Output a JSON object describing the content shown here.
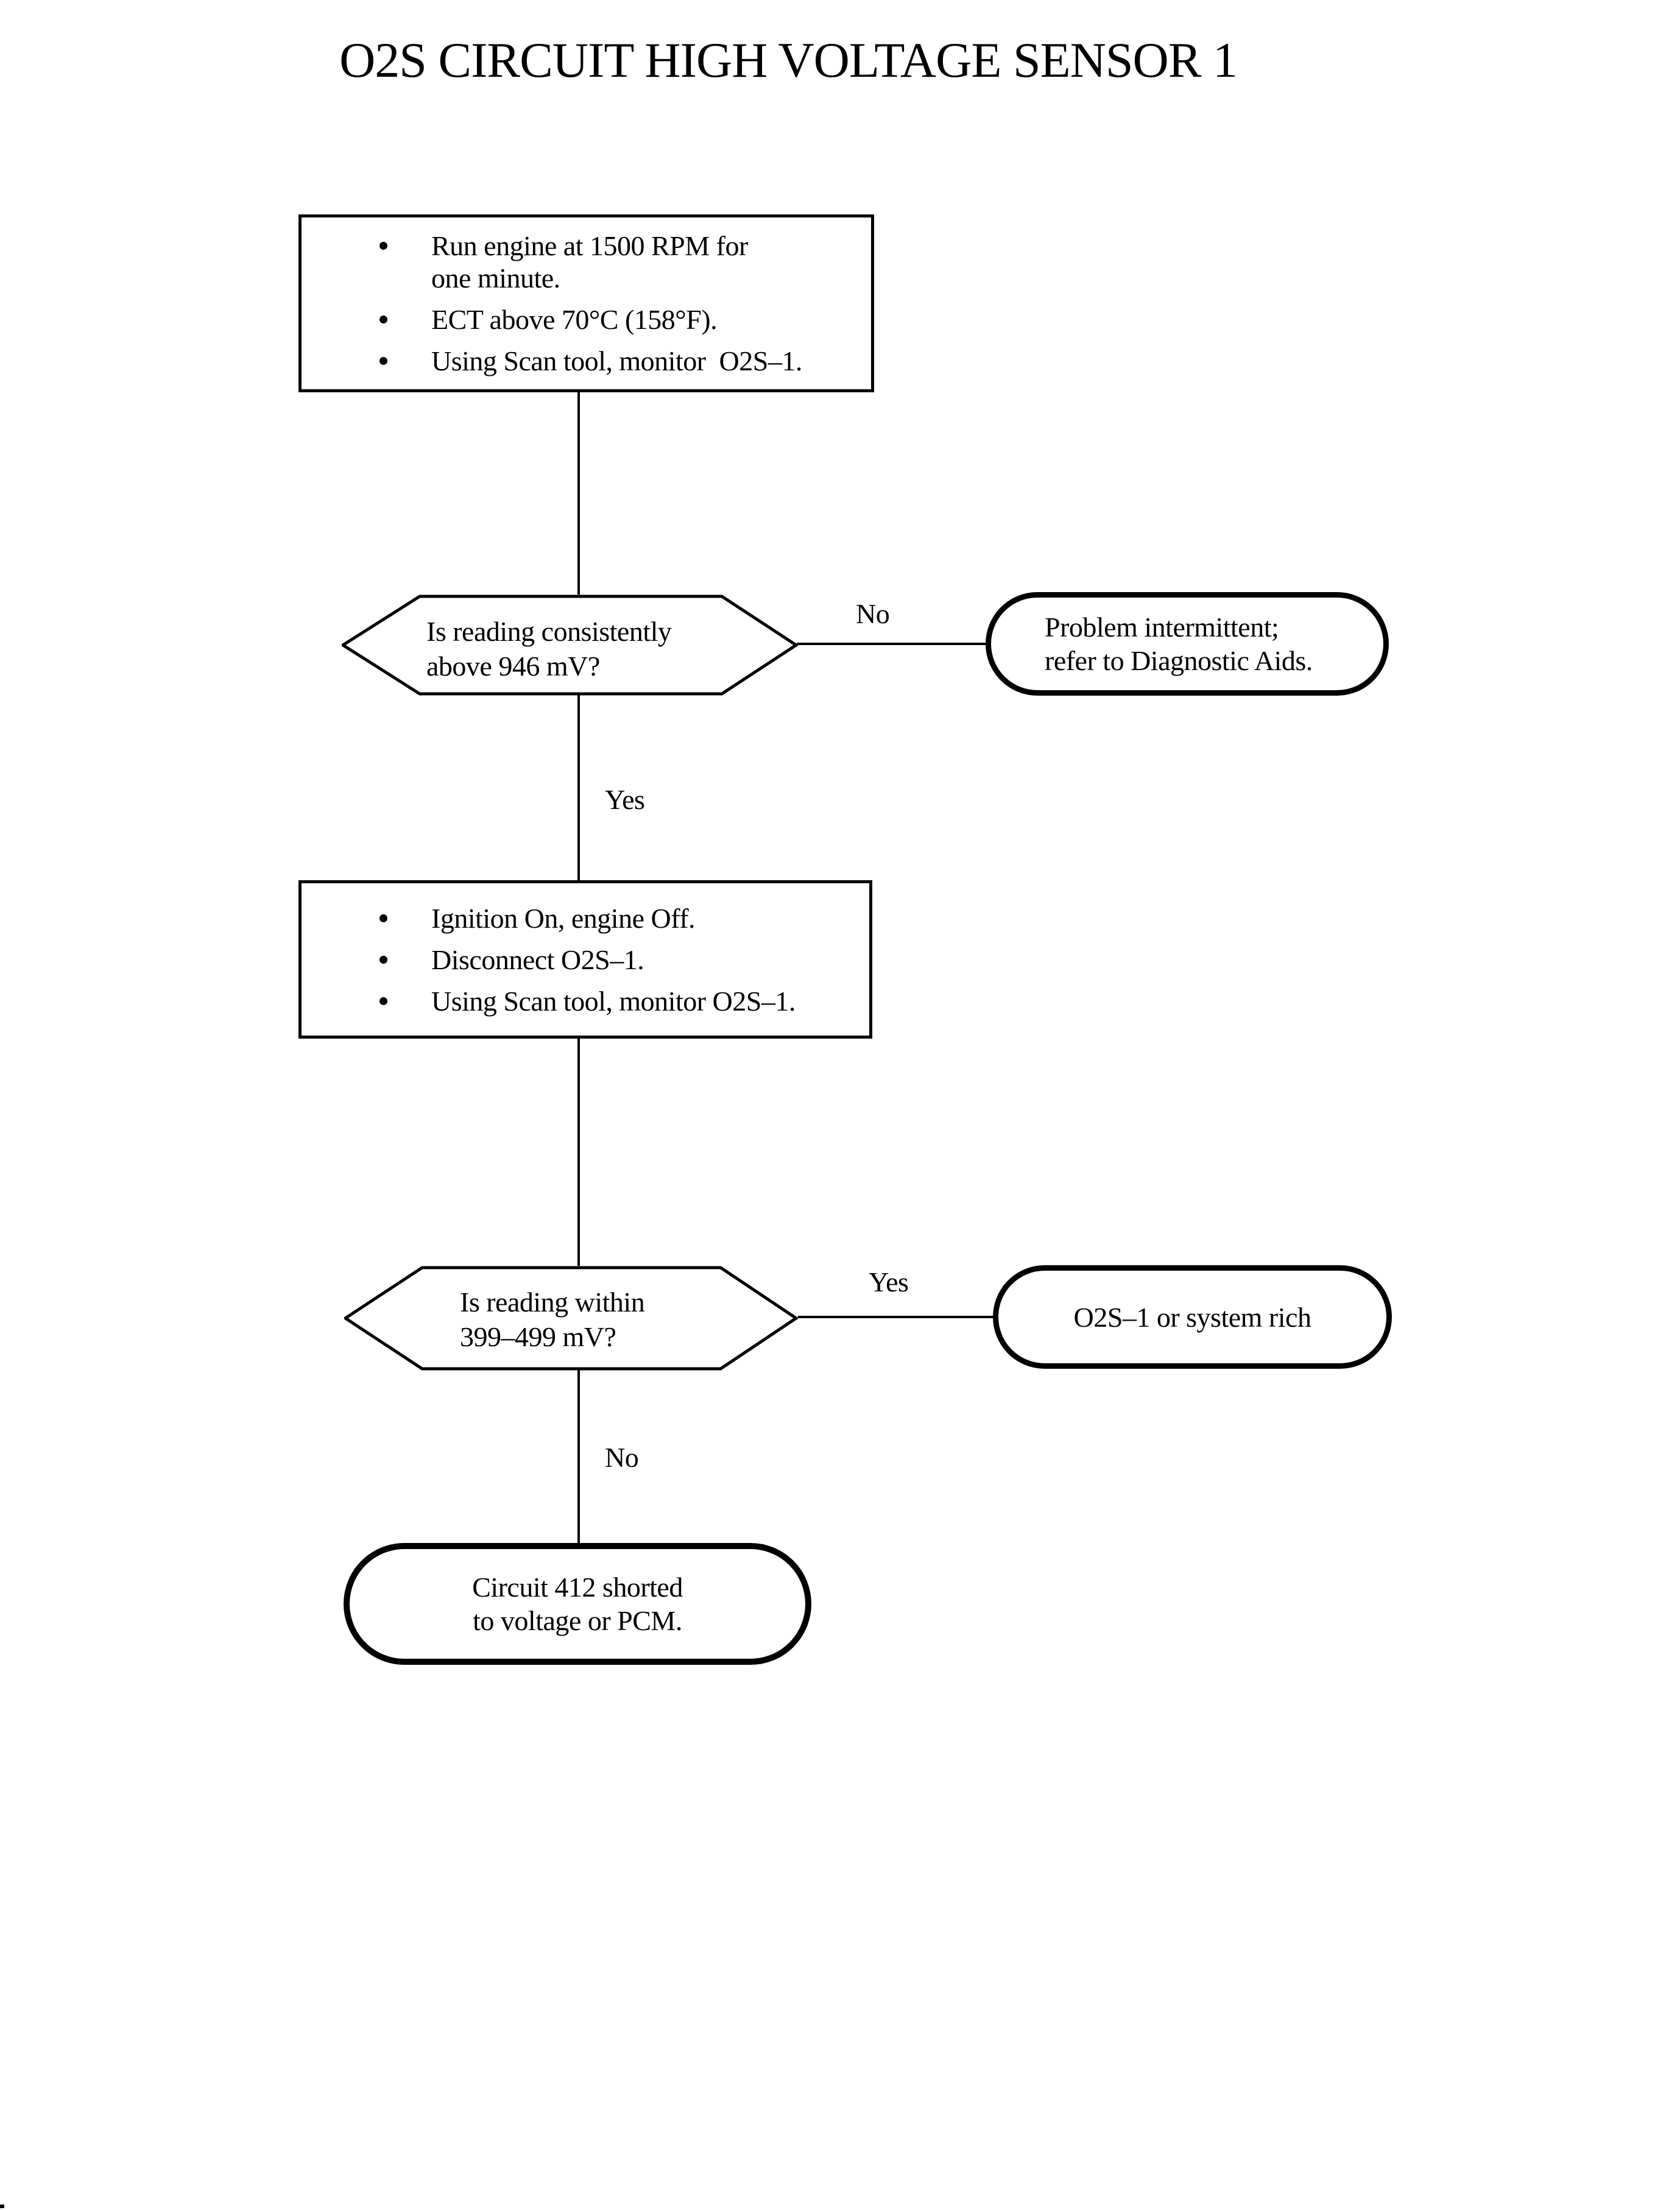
{
  "page": {
    "title": "O2S CIRCUIT HIGH VOLTAGE SENSOR 1"
  },
  "colors": {
    "ink": "#000000",
    "paper": "#ffffff"
  },
  "flow": {
    "step1": {
      "bullet1_line1": "Run engine at 1500 RPM for",
      "bullet1_line2": "one minute.",
      "bullet2": "ECT above 70°C (158°F).",
      "bullet3": "Using Scan tool, monitor  O2S–1."
    },
    "decision1": {
      "line1": "Is reading consistently",
      "line2": "above 946 mV?"
    },
    "edge_no1": "No",
    "edge_yes1": "Yes",
    "terminal1": {
      "line1": "Problem intermittent;",
      "line2": "refer to Diagnostic Aids."
    },
    "step2": {
      "bullet1": "Ignition On, engine Off.",
      "bullet2": "Disconnect O2S–1.",
      "bullet3": "Using Scan tool, monitor O2S–1."
    },
    "decision2": {
      "line1": "Is reading within",
      "line2": "399–499 mV?"
    },
    "edge_yes2": "Yes",
    "edge_no2": "No",
    "terminal2": {
      "line1": "O2S–1 or system rich"
    },
    "terminal3": {
      "line1": "Circuit 412 shorted",
      "line2": "to voltage or PCM."
    }
  }
}
